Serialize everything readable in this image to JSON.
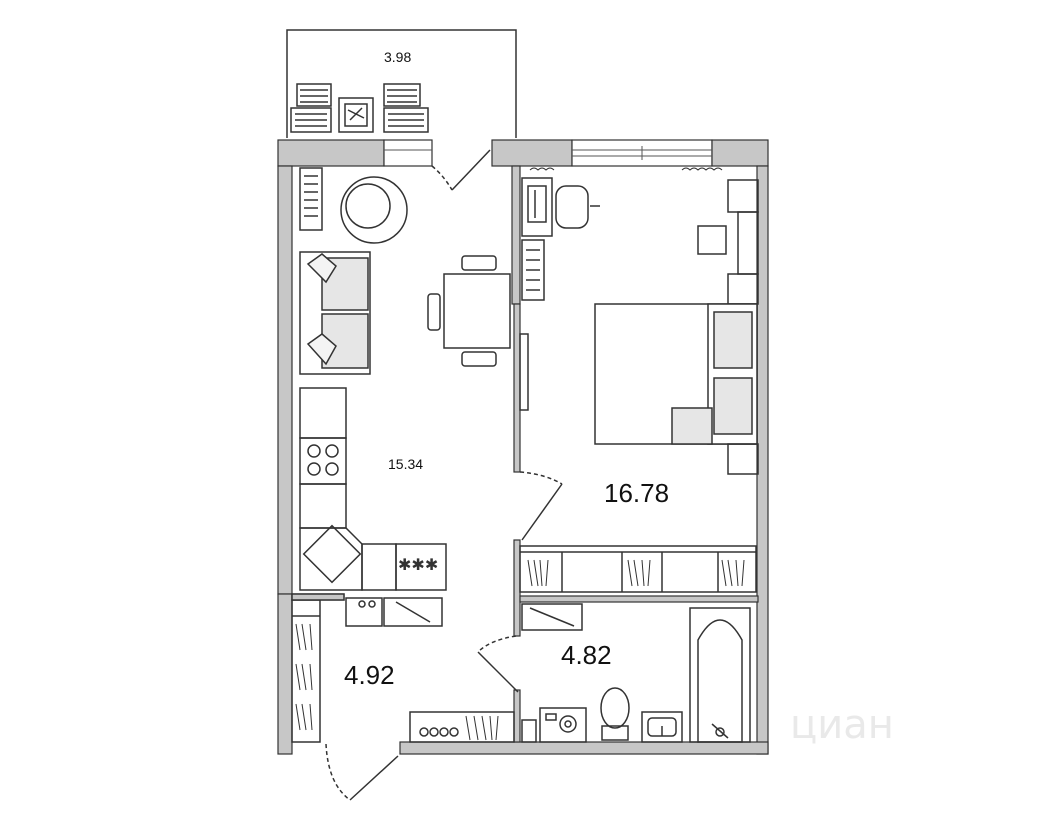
{
  "plan": {
    "rooms": [
      {
        "id": "balcony",
        "area": "3.98"
      },
      {
        "id": "kitchen-living",
        "area": "15.34"
      },
      {
        "id": "bedroom",
        "area": "16.78"
      },
      {
        "id": "hallway",
        "area": "4.92"
      },
      {
        "id": "bathroom",
        "area": "4.82"
      }
    ],
    "watermark": "циан",
    "colors": {
      "wall": "#c7c7c7",
      "line": "#333333",
      "sofa": "#e6e6e6"
    }
  }
}
